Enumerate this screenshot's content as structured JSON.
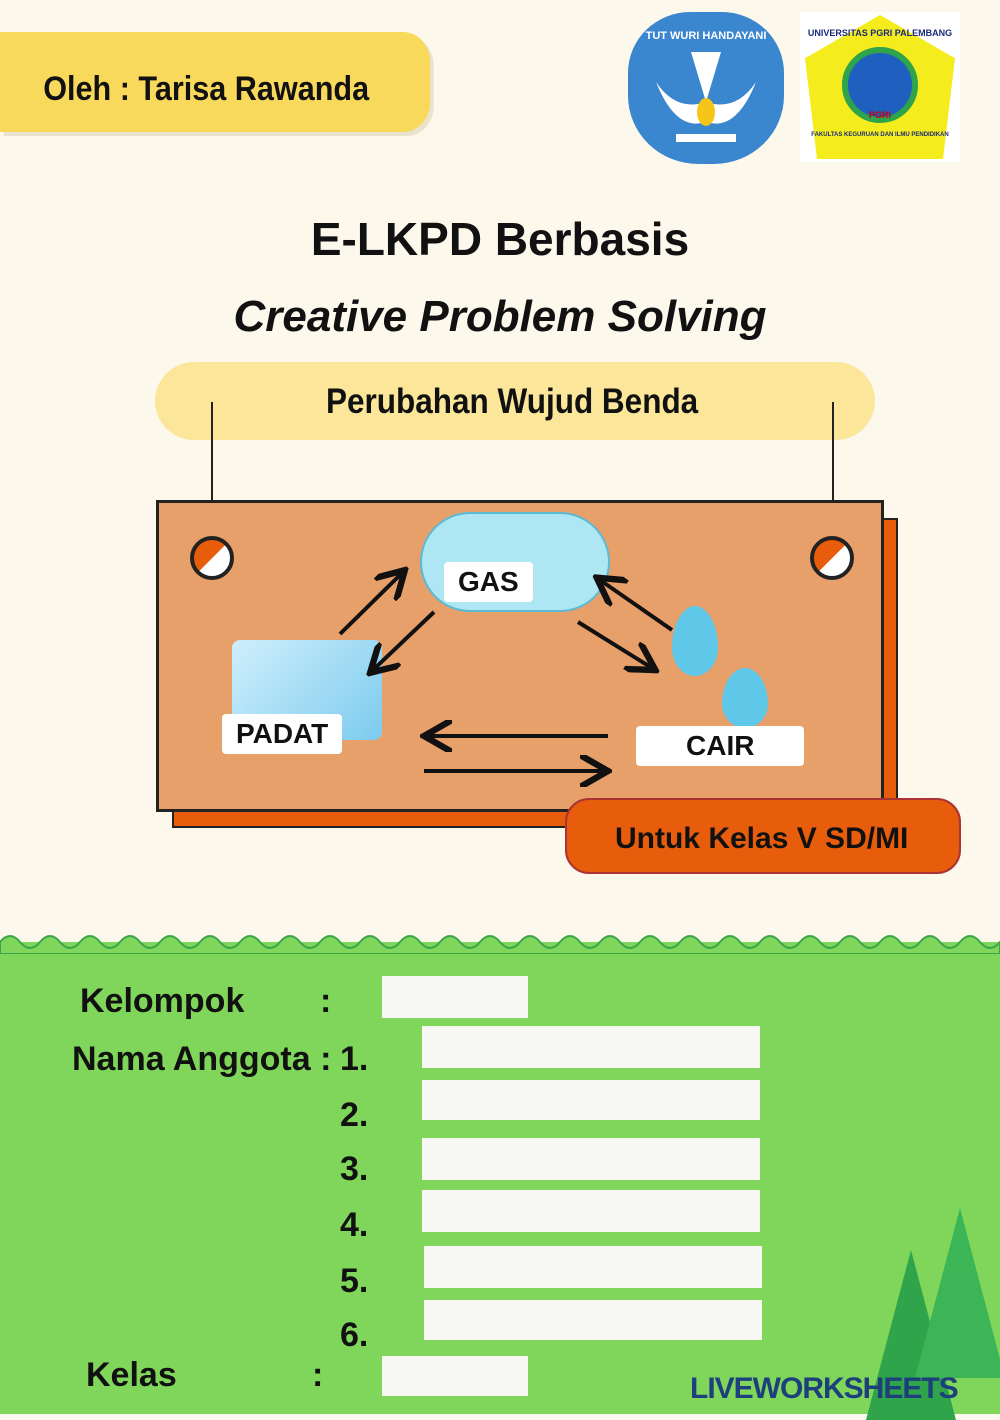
{
  "author": "Oleh : Tarisa Rawanda",
  "logos": {
    "left": "TUT WURI HANDAYANI",
    "right": "UNIVERSITAS PGRI PALEMBANG",
    "right_sub": "FAKULTAS KEGURUAN DAN ILMU PENDIDIKAN",
    "right_badge": "PGRI"
  },
  "title": {
    "line1": "E-LKPD Berbasis",
    "line2": "Creative Problem Solving",
    "subtitle": "Perubahan Wujud Benda"
  },
  "diagram": {
    "gas": "GAS",
    "padat": "PADAT",
    "cair": "CAIR"
  },
  "grade": "Untuk Kelas V SD/MI",
  "form": {
    "kelompok": "Kelompok",
    "colon": ":",
    "nama": "Nama Anggota :",
    "kelas": "Kelas",
    "numbers": [
      "1.",
      "2.",
      "3.",
      "4.",
      "5.",
      "6."
    ]
  },
  "watermark": "LIVEWORKSHEETS"
}
